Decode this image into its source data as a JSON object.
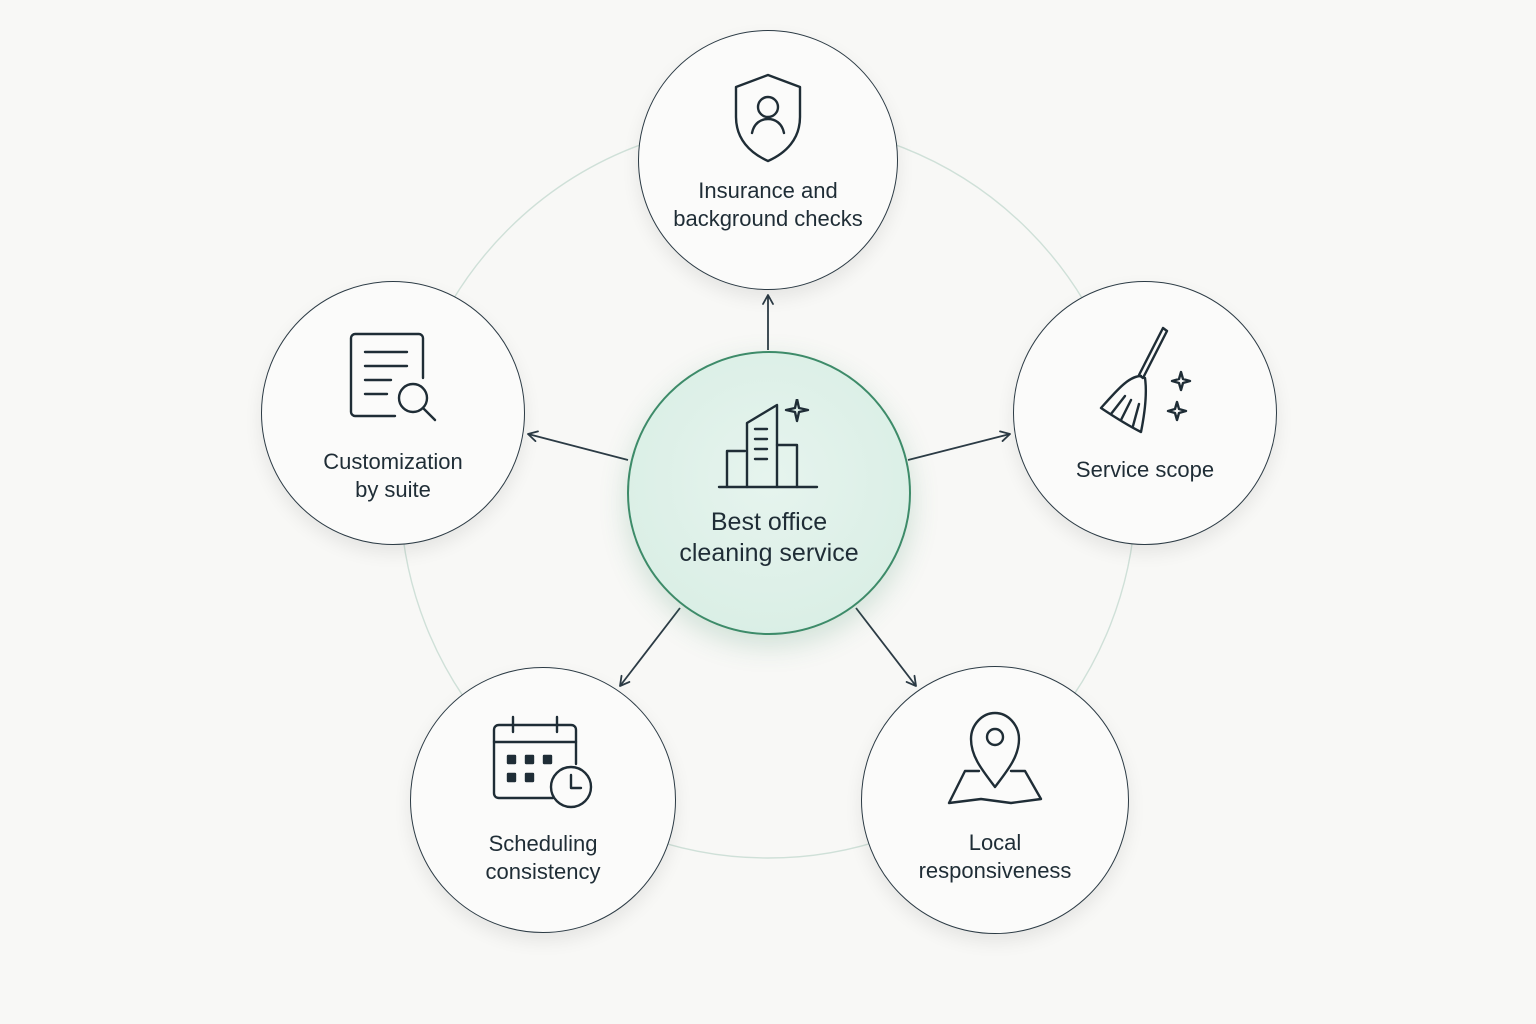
{
  "center": {
    "label": "Best office\ncleaning service",
    "icon": "office-building-sparkle-icon"
  },
  "factors": [
    {
      "label": "Insurance and\nbackground checks",
      "icon": "shield-user-icon"
    },
    {
      "label": "Service scope",
      "icon": "broom-sparkle-icon"
    },
    {
      "label": "Local\nresponsiveness",
      "icon": "map-pin-icon"
    },
    {
      "label": "Scheduling\nconsistency",
      "icon": "calendar-clock-icon"
    },
    {
      "label": "Customization\nby suite",
      "icon": "document-search-icon"
    }
  ],
  "colors": {
    "background": "#f8f8f6",
    "outline": "#2c3b45",
    "center_fill": "#dbefe6",
    "center_outline": "#3d8b69",
    "ring": "#cfe0d8"
  }
}
